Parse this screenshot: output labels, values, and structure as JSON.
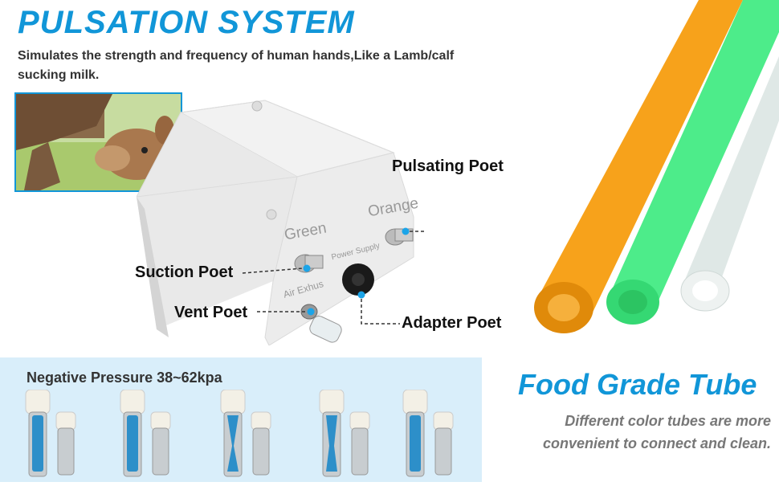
{
  "header": {
    "title": "PULSATION SYSTEM",
    "subtitle": "Simulates the strength and frequency of human hands,Like a Lamb/calf sucking milk."
  },
  "device": {
    "port_labels": {
      "pulsating": "Pulsating Poet",
      "suction": "Suction Poet",
      "vent": "Vent Poet",
      "adapter": "Adapter Poet"
    },
    "box_text": {
      "green": "Green",
      "orange": "Orange",
      "power_supply": "Power Supply",
      "air_exhaust": "Air Exhus"
    }
  },
  "pressure": {
    "label": "Negative Pressure  38~62kpa"
  },
  "tubes": {
    "heading": "Food Grade Tube",
    "description": "Different color tubes are more convenient to connect and clean.",
    "colors": {
      "orange": "#f7a21b",
      "green": "#4dec8a",
      "clear": "#dfe8e6"
    }
  },
  "colors": {
    "accent": "#1196d8",
    "panel": "#d9eefa",
    "dot": "#1ba4e8"
  }
}
